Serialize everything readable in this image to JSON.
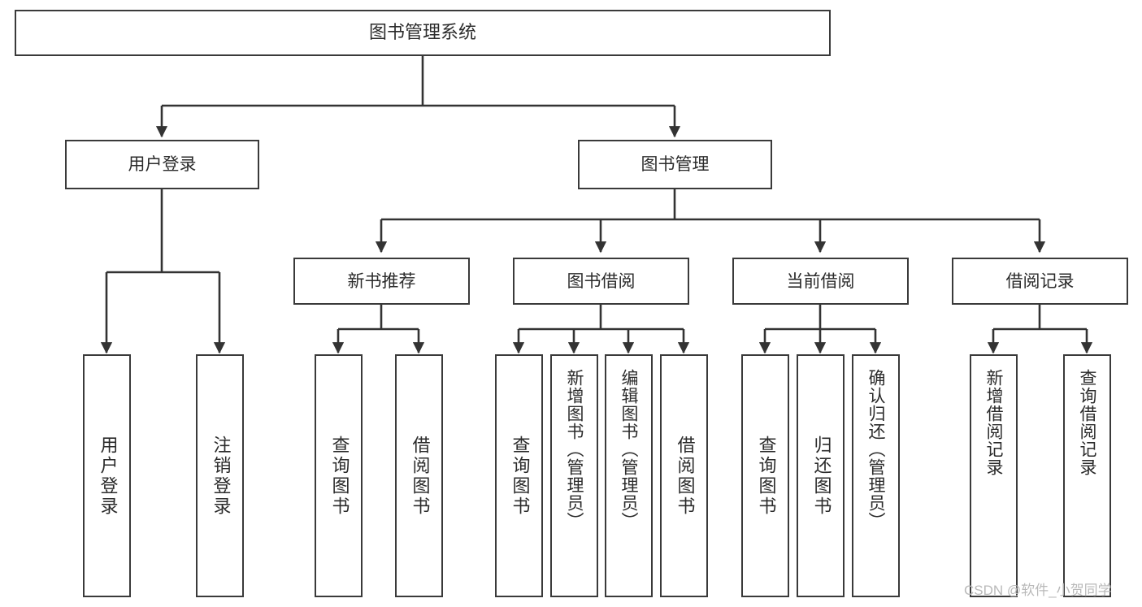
{
  "diagram": {
    "title_node": {
      "label": "图书管理系统"
    },
    "watermark": "CSDN @软件_小贺同学",
    "colors": {
      "background": "#ffffff",
      "node_border": "#3a3a3a",
      "node_fill": "#ffffff",
      "edge": "#333333",
      "text": "#2b2b2b",
      "watermark": "#b9b9b9"
    },
    "level2": [
      {
        "label": "用户登录"
      },
      {
        "label": "图书管理"
      }
    ],
    "level3": [
      {
        "label": "新书推荐"
      },
      {
        "label": "图书借阅"
      },
      {
        "label": "当前借阅"
      },
      {
        "label": "借阅记录"
      }
    ],
    "leaves": {
      "user_login": [
        {
          "label": "用户登录"
        },
        {
          "label": "注销登录"
        }
      ],
      "new_book_recommend": [
        {
          "label": "查询图书"
        },
        {
          "label": "借阅图书"
        }
      ],
      "book_borrow": [
        {
          "label": "查询图书"
        },
        {
          "label": "新增图书（管理员）"
        },
        {
          "label": "编辑图书（管理员）"
        },
        {
          "label": "借阅图书"
        }
      ],
      "current_borrow": [
        {
          "label": "查询图书"
        },
        {
          "label": "归还图书"
        },
        {
          "label": "确认归还（管理员）"
        }
      ],
      "borrow_record": [
        {
          "label": "新增借阅记录"
        },
        {
          "label": "查询借阅记录"
        }
      ]
    }
  }
}
